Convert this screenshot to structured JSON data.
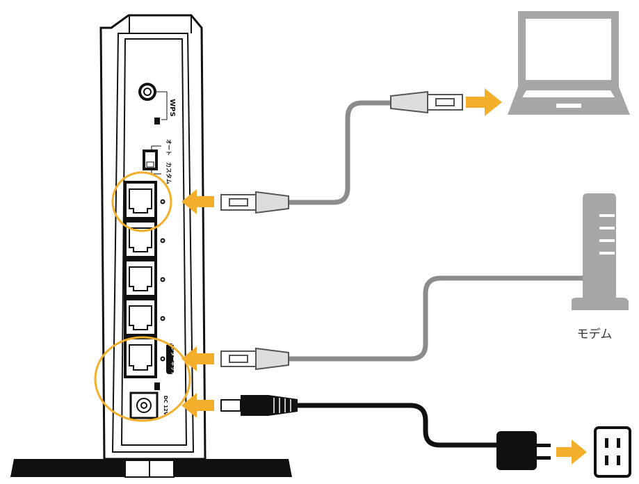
{
  "router": {
    "wps_label": "WPS",
    "mode_auto_label": "オート",
    "mode_custom_label": "カスタム",
    "internet_port_label": "インターネット",
    "power_label": "DC 12V"
  },
  "devices": {
    "modem_label": "モデム"
  },
  "colors": {
    "accent": "#F3AE2B",
    "cable_gray": "#8C8C8C",
    "device_gray": "#A6A6A6",
    "outline": "#111111"
  }
}
